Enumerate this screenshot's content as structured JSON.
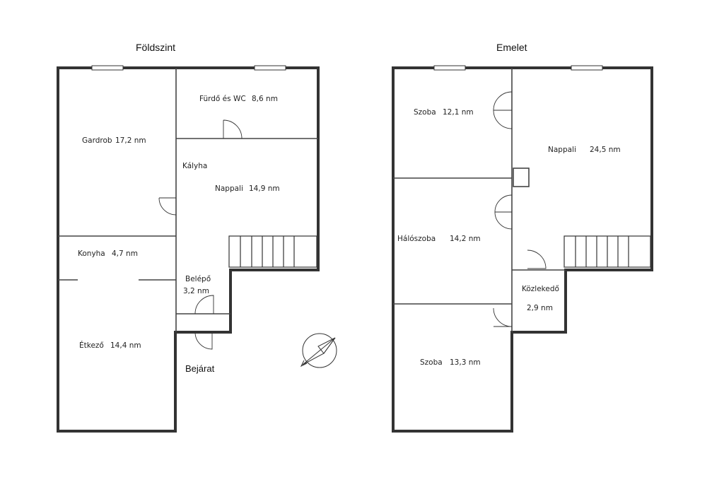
{
  "ground_floor": {
    "title": "Földszint",
    "rooms": [
      {
        "name": "Gardrob",
        "area": "17,2 nm"
      },
      {
        "name": "Fürdő és WC",
        "area": "8,6 nm"
      },
      {
        "name": "Kályha",
        "area": ""
      },
      {
        "name": "Nappali",
        "area": "14,9 nm"
      },
      {
        "name": "Konyha",
        "area": "4,7 nm"
      },
      {
        "name": "Belépő",
        "area": "3,2 nm"
      },
      {
        "name": "Étkező",
        "area": "14,4 nm"
      }
    ],
    "entrance": "Bejárat"
  },
  "upper_floor": {
    "title": "Emelet",
    "rooms": [
      {
        "name": "Szoba",
        "area": "12,1 nm"
      },
      {
        "name": "Nappali",
        "area": "24,5 nm"
      },
      {
        "name": "Hálószoba",
        "area": "14,2 nm"
      },
      {
        "name": "Közlekedő",
        "area": "2,9 nm"
      },
      {
        "name": "Szoba",
        "area": "13,3 nm"
      }
    ]
  },
  "compass": {
    "icon": "compass-north-arrow-icon"
  }
}
